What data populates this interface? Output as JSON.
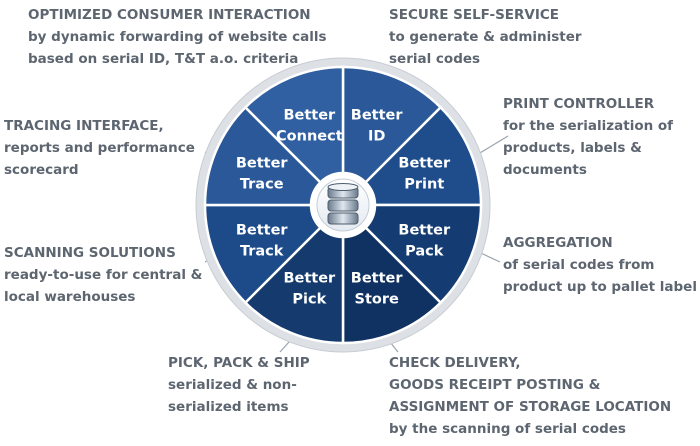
{
  "wheel": {
    "segments": [
      {
        "id": "id",
        "line1": "Better",
        "line2": "ID"
      },
      {
        "id": "print",
        "line1": "Better",
        "line2": "Print"
      },
      {
        "id": "pack",
        "line1": "Better",
        "line2": "Pack"
      },
      {
        "id": "store",
        "line1": "Better",
        "line2": "Store"
      },
      {
        "id": "pick",
        "line1": "Better",
        "line2": "Pick"
      },
      {
        "id": "track",
        "line1": "Better",
        "line2": "Track"
      },
      {
        "id": "trace",
        "line1": "Better",
        "line2": "Trace"
      },
      {
        "id": "connect",
        "line1": "Better",
        "line2": "Connect"
      }
    ],
    "center_icon": "database-icon",
    "colors": {
      "segment_light": "#3e70b4",
      "segment_dark": "#0f2f5e",
      "outer_ring": "#d9dde3",
      "divider": "#ffffff",
      "leader_line": "#9aa3ad",
      "text": "#5d6670"
    }
  },
  "callouts": {
    "consumer": {
      "title": "OPTIMIZED CONSUMER INTERACTION",
      "line2": "by dynamic forwarding of website calls",
      "line3": "based on serial ID, T&T a.o. criteria"
    },
    "self_service": {
      "title": "SECURE SELF-SERVICE",
      "line2": "to generate & administer",
      "line3": "serial codes"
    },
    "tracing": {
      "title": "TRACING INTERFACE,",
      "line2": "reports and performance",
      "line3": "scorecard"
    },
    "print": {
      "title": "PRINT CONTROLLER",
      "line2": "for the serialization of",
      "line3": "products, labels &",
      "line4": "documents"
    },
    "scanning": {
      "title": "SCANNING SOLUTIONS",
      "line2": "ready-to-use for central &",
      "line3": "local warehouses"
    },
    "aggregation": {
      "title": "AGGREGATION",
      "line2": "of serial codes from",
      "line3": "product up to pallet label"
    },
    "pick": {
      "title": "PICK, PACK & SHIP",
      "line2": "serialized & non-",
      "line3": "serialized items"
    },
    "delivery": {
      "title": "CHECK DELIVERY,",
      "line2": "GOODS RECEIPT POSTING &",
      "line3": "ASSIGNMENT OF STORAGE LOCATION",
      "line4": "by the scanning of serial codes"
    }
  }
}
